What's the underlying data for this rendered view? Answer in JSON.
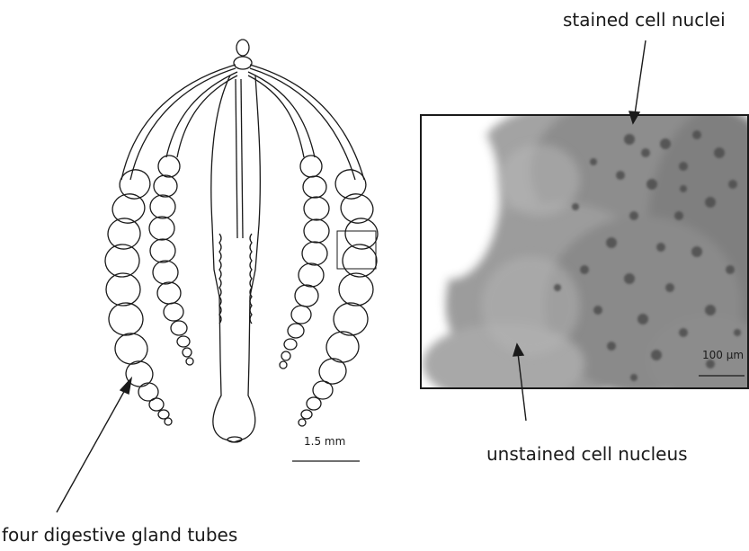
{
  "figure": {
    "labels": {
      "digestive_glands": "four digestive gland tubes",
      "stained_nuclei": "stained cell nuclei",
      "unstained_nucleus": "unstained cell nucleus"
    },
    "scale_bars": {
      "drawing": "1.5 mm",
      "micrograph": "100 µm"
    },
    "colors": {
      "line": "#1a1a1a",
      "tissue_dark": "#7d7d7d",
      "tissue_light": "#b9b9b9",
      "background": "#ffffff",
      "nuclei": "#4e4e4e"
    }
  }
}
